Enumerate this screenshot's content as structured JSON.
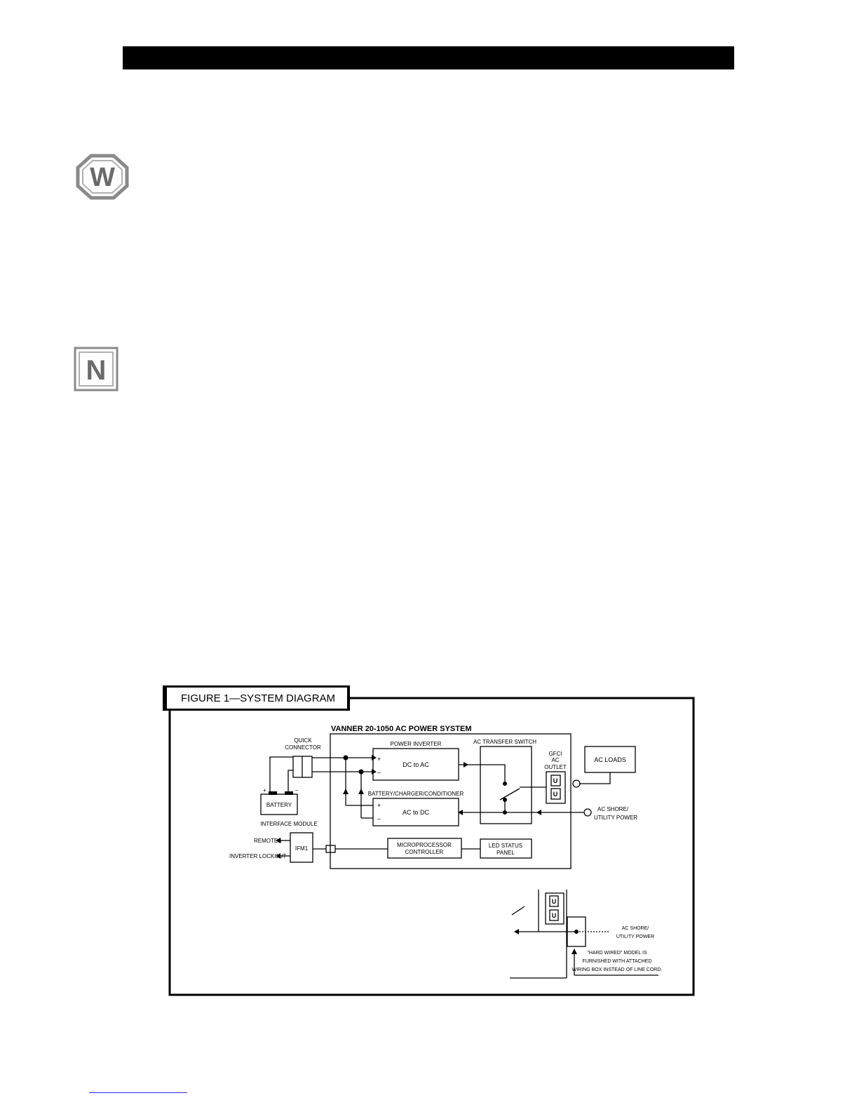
{
  "figure": {
    "caption": "FIGURE 1—SYSTEM DIAGRAM",
    "system_title": "VANNER 20-1050 AC POWER SYSTEM",
    "labels": {
      "quick": "QUICK",
      "connector": "CONNECTOR",
      "battery": "BATTERY",
      "plus": "+",
      "minus": "–",
      "interface_module": "INTERFACE MODULE",
      "power_inverter": "POWER INVERTER",
      "dc_to_ac": "DC to AC",
      "charger": "BATTERY/CHARGER/CONDITIONER",
      "ac_to_dc": "AC to DC",
      "transfer_switch": "AC TRANSFER SWITCH",
      "gfci": "GFCI",
      "ac": "AC",
      "outlet": "OUTLET",
      "ac_loads": "AC LOADS",
      "shore_1": "AC SHORE/",
      "shore_2": "UTILITY POWER",
      "remotes": "REMOTES",
      "inverter_lockout": "INVERTER LOCKOUT",
      "ifm1": "IFM1",
      "micro_1": "MICROPROCESSOR",
      "micro_2": "CONTROLLER",
      "led_1": "LED STATUS",
      "led_2": "PANEL",
      "outlet_u": "U",
      "inset_shore_1": "AC SHORE/",
      "inset_shore_2": "UTILITY POWER",
      "note_1": "\"HARD WIRED\" MODEL IS",
      "note_2": "FURNISHED WITH ATTACHED",
      "note_3": "WIRING BOX INSTEAD OF LINE CORD."
    }
  },
  "badges": {
    "warning": "W",
    "note": "N"
  }
}
